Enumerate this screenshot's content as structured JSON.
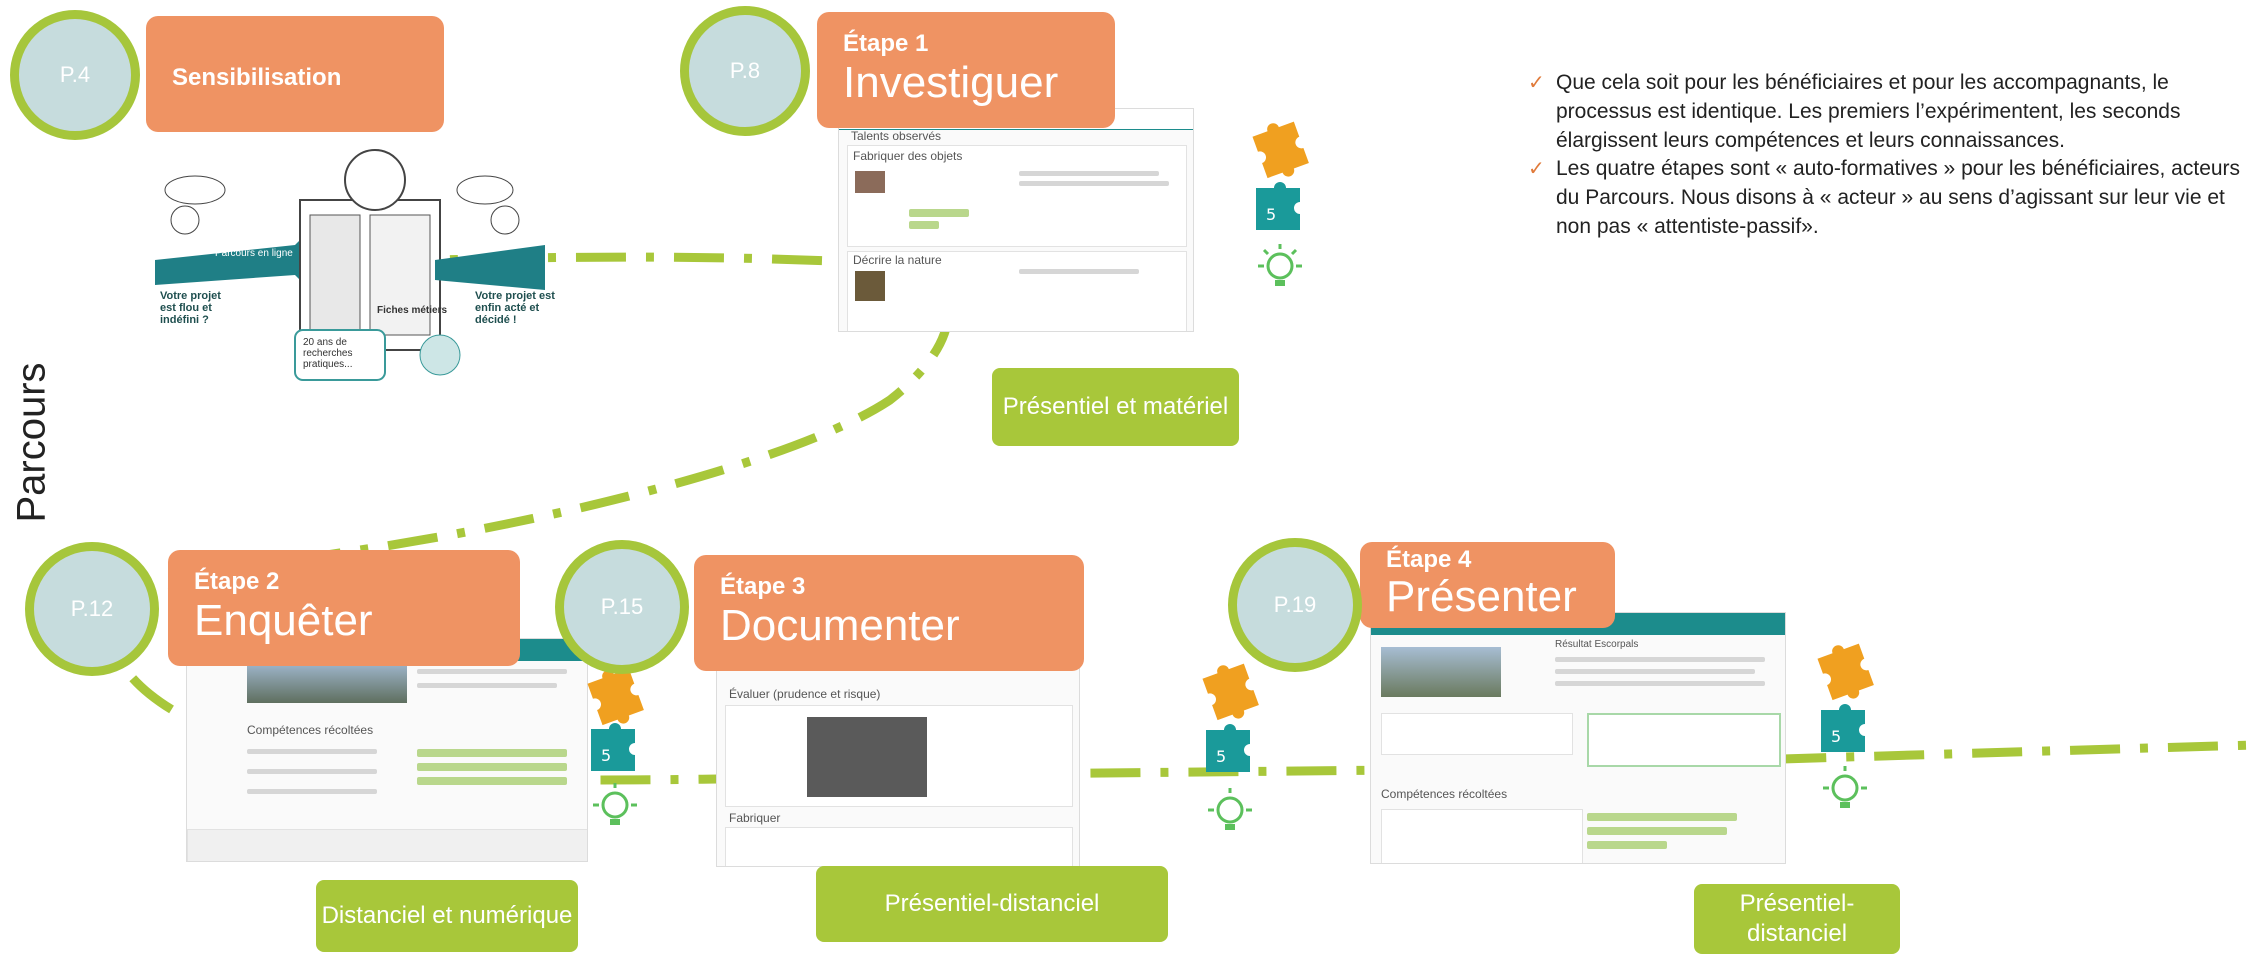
{
  "side_title": "Parcours",
  "sensibilisation": {
    "page": "P.4",
    "title": "Sensibilisation"
  },
  "sketch_texts": {
    "project_floue": "Votre projet est flou et indéfini ?",
    "project_decide": "Votre projet est enfin acté et décidé !",
    "parcours_ligne": "Parcours en ligne",
    "recherches": "20 ans de recherches pratiques...",
    "fiches": "Fiches métiers"
  },
  "steps": [
    {
      "page": "P.8",
      "label": "Étape 1",
      "name": "Investiguer",
      "mode": "Présentiel et matériel"
    },
    {
      "page": "P.12",
      "label": "Étape 2",
      "name": "Enquêter",
      "mode": "Distanciel et numérique"
    },
    {
      "page": "P.15",
      "label": "Étape 3",
      "name": "Documenter",
      "mode": "Présentiel-distanciel"
    },
    {
      "page": "P.19",
      "label": "Étape 4",
      "name": "Présenter",
      "mode": "Présentiel-distanciel"
    }
  ],
  "screenshot_texts": {
    "talents_observes": "Talents observés",
    "fabriquer_objets": "Fabriquer des objets",
    "decrire_nature": "Décrire la nature",
    "competences_recoltees": "Compétences récoltées",
    "evaluer": "Évaluer (prudence et risque)",
    "fabriquer": "Fabriquer",
    "resultat": "Résultat Escorpals"
  },
  "bullets": [
    "Que cela soit pour les bénéficiaires et pour les accompagnants, le processus est identique. Les premiers l’expérimentent, les seconds élargissent leurs compétences et leurs connaissances.",
    "Les quatre étapes sont « auto-formatives » pour les bénéficiaires, acteurs du Parcours. Nous disons à « acteur » au sens d’agissant sur leur vie et non pas « attentiste-passif»."
  ],
  "colors": {
    "orange": "#ef9363",
    "green": "#a8c73a",
    "teal": "#1c8c8c",
    "circle_fill": "#c6dcdd",
    "puzzle_orange": "#f0a020",
    "puzzle_teal": "#1a9a9a",
    "bulb_green": "#5cc05c"
  },
  "icons": [
    "puzzle-orange-icon",
    "puzzle-teal-icon",
    "lightbulb-icon"
  ]
}
